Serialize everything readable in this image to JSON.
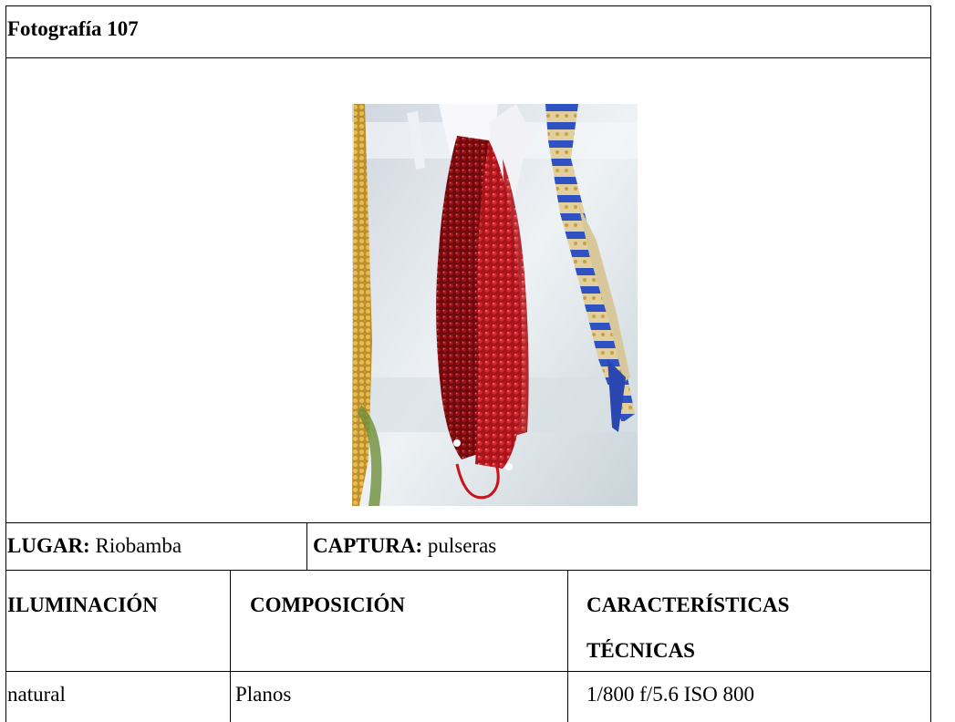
{
  "title": "Fotografía 107",
  "photo": {
    "alt": "pulseras",
    "colors": {
      "background": "#e9eef2",
      "red_dark": "#8c0f14",
      "red": "#cc1a22",
      "gold": "#d6a229",
      "blue": "#2c4fbf",
      "string": "#f4f4f8"
    }
  },
  "row_place": {
    "lugar_label": "LUGAR:",
    "lugar_value": "Riobamba",
    "captura_label": "CAPTURA:",
    "captura_value": "pulseras"
  },
  "headers": {
    "iluminacion": "ILUMINACIÓN",
    "composicion": "COMPOSICIÓN",
    "caracteristicas_line1": "CARACTERÍSTICAS",
    "caracteristicas_line2": "TÉCNICAS"
  },
  "values": {
    "iluminacion": "natural",
    "composicion": "Planos",
    "caracteristicas": "1/800 f/5.6 ISO 800"
  }
}
